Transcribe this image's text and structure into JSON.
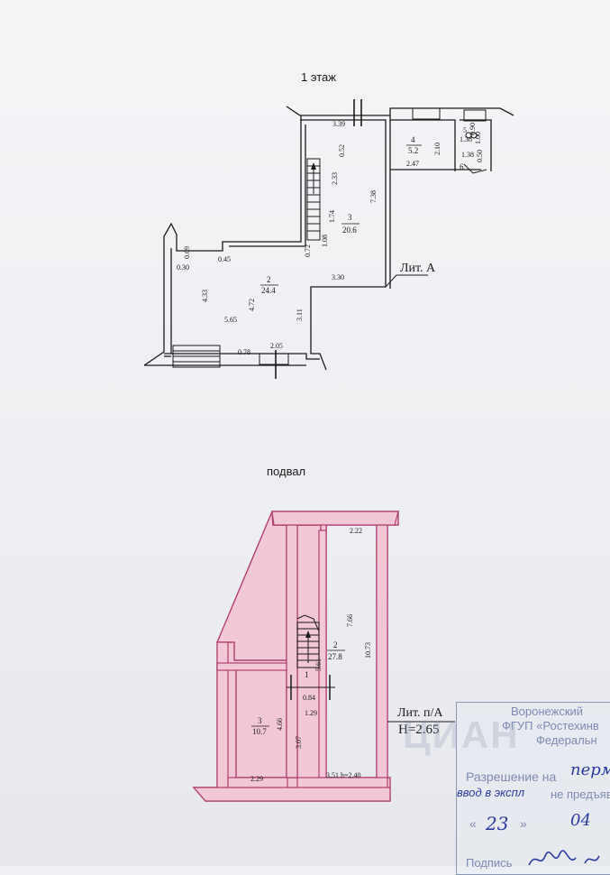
{
  "ground_floor": {
    "title": "1 этаж",
    "literal": "Лит. А",
    "rooms": [
      {
        "num": "2",
        "area": "24.4"
      },
      {
        "num": "3",
        "area": "20.6"
      },
      {
        "num": "4",
        "area": "5.2"
      },
      {
        "num": "5",
        "area": "1.38"
      },
      {
        "num": "6",
        "area": ""
      }
    ],
    "dims": {
      "d339": "3.39",
      "d052": "0.52",
      "d233": "2.33",
      "d738": "7.38",
      "d174": "1.74",
      "d108": "1.08",
      "d072": "0.72",
      "d069": "0.69",
      "d030": "0.30",
      "d045": "0.45",
      "d433": "4.33",
      "d472": "4.72",
      "d565": "5.65",
      "d330": "3.30",
      "d311": "3.11",
      "d078": "0.78",
      "d205": "2.05",
      "d210": "2.10",
      "d247": "2.47",
      "d138": "1.38",
      "d100": "1.00",
      "d050": "0.50",
      "d090": "0.90"
    }
  },
  "basement": {
    "title": "подвал",
    "literal": "Лит. п/А",
    "height": "H=2.65",
    "rooms": [
      {
        "num": "1",
        "area": ""
      },
      {
        "num": "2",
        "area": "27.8"
      },
      {
        "num": "3",
        "area": "10.7"
      }
    ],
    "dims": {
      "d222": "2.22",
      "d766": "7.66",
      "d1073": "10.73",
      "d561": "5.61",
      "d084": "0.84",
      "d129": "1.29",
      "d466": "4.66",
      "d307": "3.07",
      "d229": "2.29",
      "d351": "3.51 h=2.40"
    }
  },
  "stamp": {
    "line1": "Воронежский",
    "line2": "ФГУП «Ростехинв",
    "line3": "Федеральн",
    "line4": "Разрешение на",
    "line5": "ввод в экспл",
    "line5b": "не предъяв",
    "date_day": "23",
    "date_month": "04",
    "signature_label": "Подпись",
    "watermark": "ЦИАН"
  },
  "colors": {
    "wall_fill": "#f2c7d6",
    "wall_stroke": "#b04070",
    "line": "#1a1a1a",
    "stamp": "#8a97b8"
  }
}
